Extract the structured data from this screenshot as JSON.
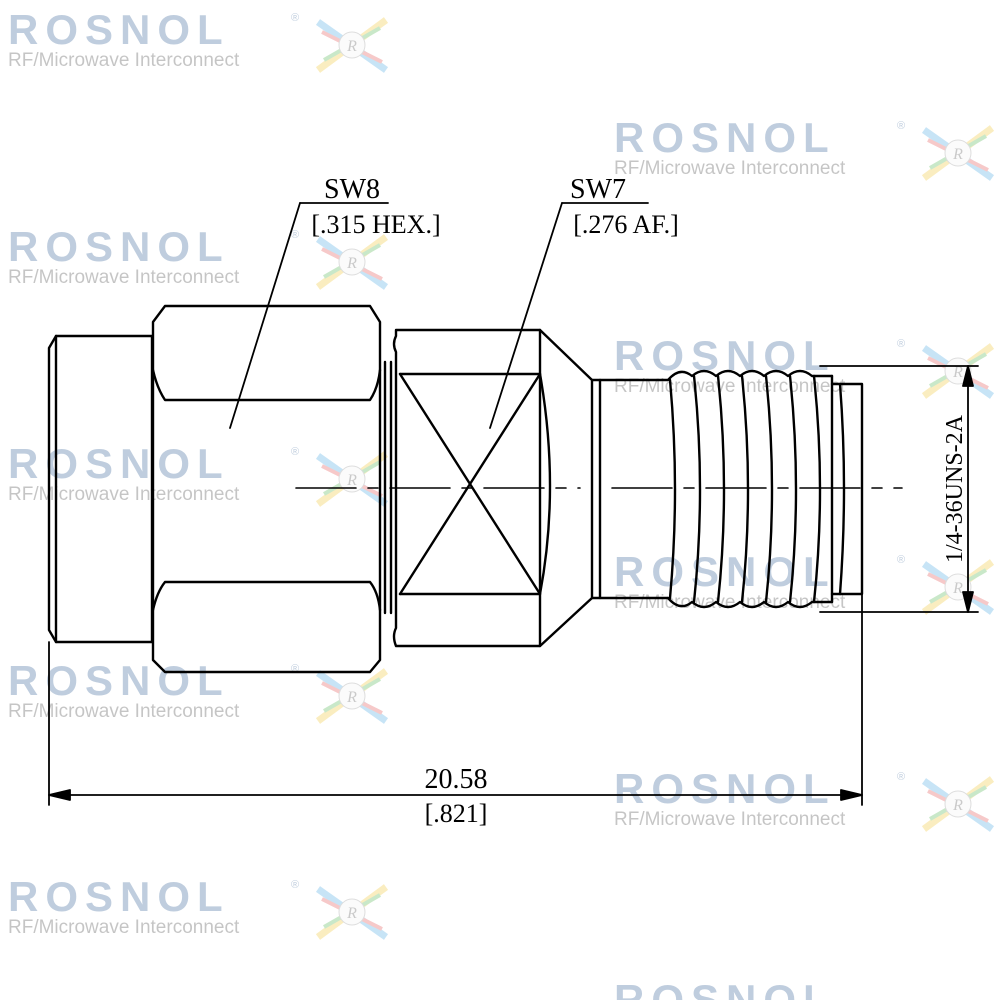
{
  "watermark": {
    "brand": "ROSNOL",
    "reg_mark": "®",
    "tagline": "RF/Microwave Interconnect",
    "logo_letter": "R",
    "brand_color": "#1d4f8a"
  },
  "drawing": {
    "hex_label": "SW8",
    "hex_spec": "[.315 HEX.]",
    "flat_label": "SW7",
    "flat_spec": "[.276 AF.]",
    "thread_spec": "1/4-36UNS-2A",
    "length_mm": "20.58",
    "length_in": "[.821]",
    "line_color": "#000000"
  }
}
